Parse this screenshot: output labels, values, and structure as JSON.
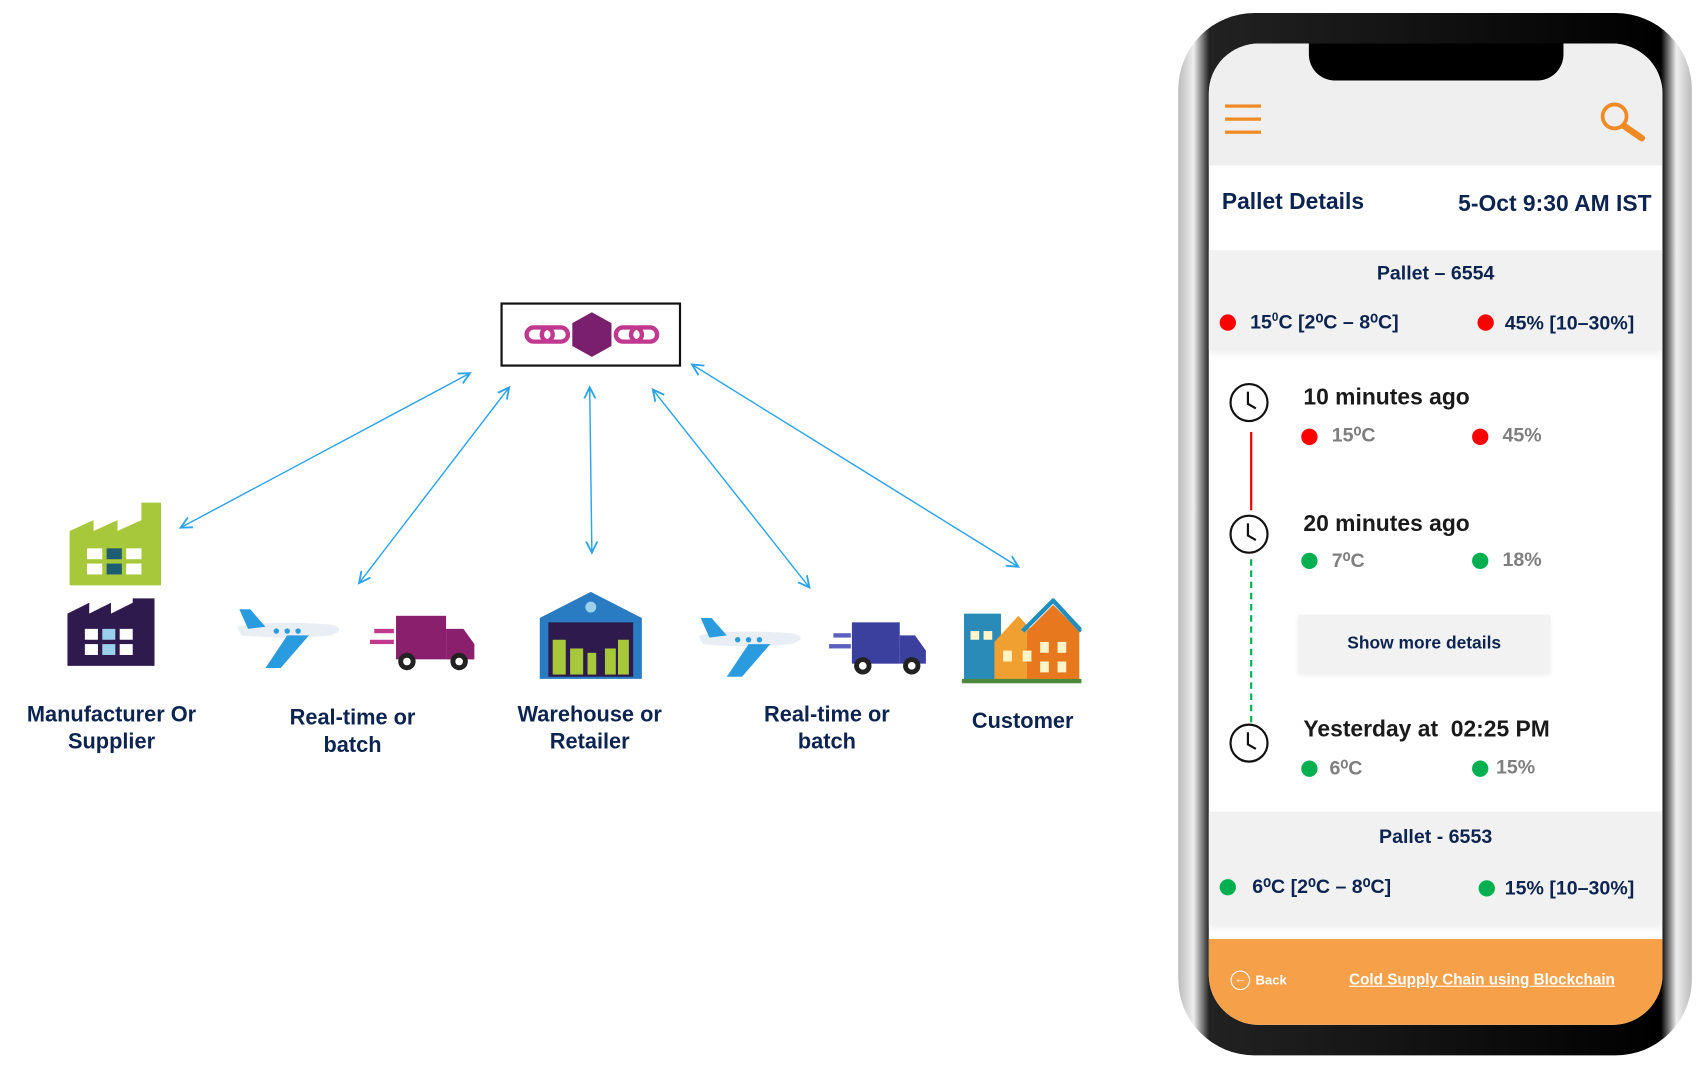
{
  "diagram": {
    "nodes": [
      {
        "label": "Manufacturer Or Supplier",
        "icon": "factory-icon"
      },
      {
        "label": "Real-time or batch",
        "icon": "plane-truck-icon"
      },
      {
        "label": "Warehouse or Retailer",
        "icon": "warehouse-icon"
      },
      {
        "label": "Real-time or batch",
        "icon": "plane-truck-icon"
      },
      {
        "label": "Customer",
        "icon": "houses-icon"
      }
    ],
    "hub": "blockchain-icon"
  },
  "phone": {
    "title": "Pallet Details",
    "datetime": "5-Oct 9:30 AM IST",
    "pallet1": {
      "name": "Pallet – 6554",
      "temp": "15",
      "temp_range": " [2⁰C – 8⁰C]",
      "hum": "45% [10–30%]",
      "status": "red"
    },
    "history": [
      {
        "when": "10 minutes ago",
        "temp": "15⁰C",
        "hum": "45%",
        "status": "red"
      },
      {
        "when": "20 minutes ago",
        "temp": "7⁰C",
        "hum": "18%",
        "status": "green"
      },
      {
        "when": "Yesterday at  02:25 PM",
        "temp": "6⁰C",
        "hum": "15%",
        "status": "green"
      }
    ],
    "show_more": "Show more details",
    "pallet2": {
      "name": "Pallet - 6553",
      "temp": "6⁰C [2⁰C – 8⁰C]",
      "hum": "15% [10–30%]",
      "status": "green"
    },
    "back": "Back",
    "footer_link": "Cold Supply Chain using Blockchain",
    "colors": {
      "accent": "#f7a04a",
      "navy": "#0d2450",
      "red": "#ff0000",
      "green": "#00b050"
    }
  }
}
